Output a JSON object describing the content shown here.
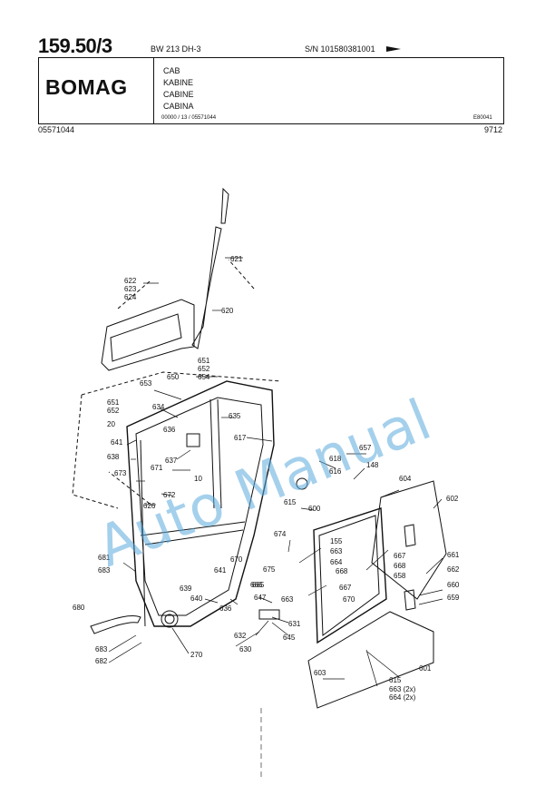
{
  "header": {
    "page_number": "159.50/3",
    "model": "BW 213 DH-3",
    "serial": "S/N 101580381001",
    "logo": "BOMAG",
    "titles": [
      "CAB",
      "KABINE",
      "CABINE",
      "CABINA"
    ],
    "doc_code": "00000 / 13 / 05571044",
    "ref_code": "E80041",
    "part_number": "05571044",
    "date_code": "9712"
  },
  "watermark": "Auto Manual",
  "callouts": [
    "621",
    "622",
    "623",
    "624",
    "620",
    "651",
    "652",
    "654",
    "650",
    "653",
    "634",
    "635",
    "641",
    "617",
    "636",
    "20",
    "638",
    "637",
    "671",
    "10",
    "673",
    "672",
    "626",
    "618",
    "616",
    "657",
    "148",
    "604",
    "615",
    "600",
    "602",
    "674",
    "155",
    "663",
    "670",
    "664",
    "667",
    "668",
    "658",
    "681",
    "683",
    "675",
    "661",
    "662",
    "660",
    "659",
    "639",
    "641",
    "640",
    "636",
    "647",
    "665",
    "663",
    "670",
    "680",
    "631",
    "632",
    "630",
    "645",
    "270",
    "603",
    "601",
    "683",
    "682",
    "615",
    "663 (2x)",
    "664 (2x)",
    "651",
    "652",
    "666",
    "667",
    "668"
  ]
}
